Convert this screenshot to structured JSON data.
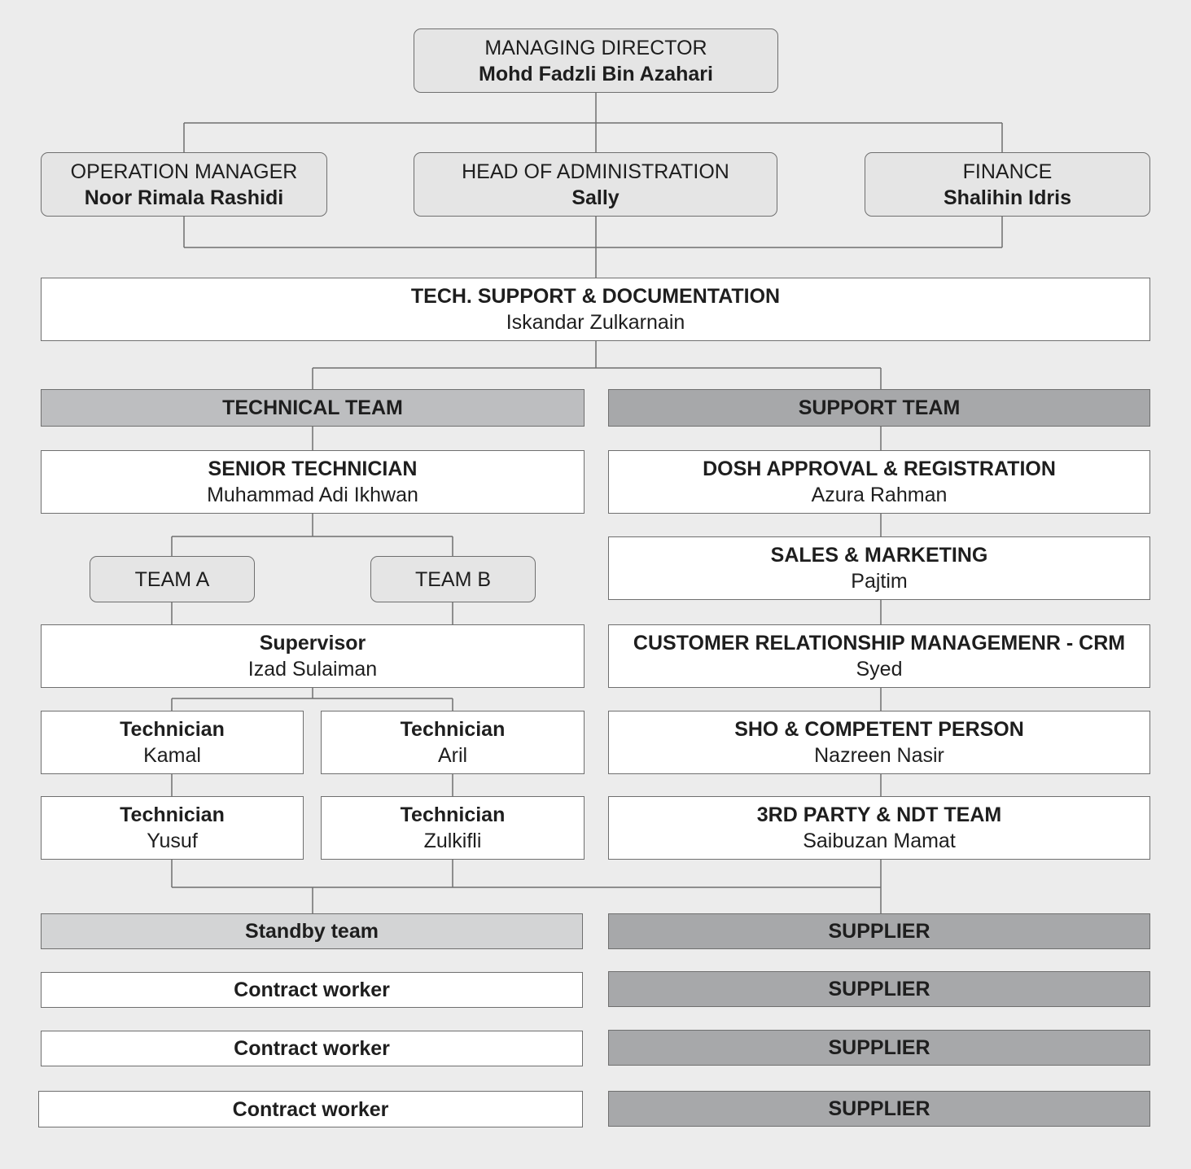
{
  "managing_director": {
    "title": "MANAGING DIRECTOR",
    "name": "Mohd Fadzli Bin Azahari"
  },
  "operation_manager": {
    "title": "OPERATION MANAGER",
    "name": "Noor Rimala Rashidi"
  },
  "head_admin": {
    "title": "HEAD OF ADMINISTRATION",
    "name": "Sally"
  },
  "finance": {
    "title": "FINANCE",
    "name": "Shalihin Idris"
  },
  "tech_support": {
    "title": "TECH. SUPPORT & DOCUMENTATION",
    "name": "Iskandar Zulkarnain"
  },
  "technical_team": {
    "label": "TECHNICAL TEAM"
  },
  "support_team": {
    "label": "SUPPORT TEAM"
  },
  "senior_technician": {
    "title": "SENIOR TECHNICIAN",
    "name": "Muhammad Adi Ikhwan"
  },
  "team_a": {
    "label": "TEAM A"
  },
  "team_b": {
    "label": "TEAM B"
  },
  "supervisor": {
    "title": "Supervisor",
    "name": "Izad Sulaiman"
  },
  "technicians": [
    {
      "title": "Technician",
      "name": "Kamal"
    },
    {
      "title": "Technician",
      "name": "Aril"
    },
    {
      "title": "Technician",
      "name": "Yusuf"
    },
    {
      "title": "Technician",
      "name": "Zulkifli"
    }
  ],
  "support_roles": [
    {
      "title": "DOSH APPROVAL & REGISTRATION",
      "name": "Azura Rahman"
    },
    {
      "title": "SALES & MARKETING",
      "name": "Pajtim"
    },
    {
      "title": "CUSTOMER RELATIONSHIP MANAGEMENR - CRM",
      "name": "Syed"
    },
    {
      "title": "SHO & COMPETENT PERSON",
      "name": "Nazreen Nasir"
    },
    {
      "title": "3RD PARTY & NDT TEAM",
      "name": "Saibuzan Mamat"
    }
  ],
  "standby_team": {
    "label": "Standby team"
  },
  "contract_workers": [
    "Contract worker",
    "Contract worker",
    "Contract worker"
  ],
  "suppliers": [
    "SUPPLIER",
    "SUPPLIER",
    "SUPPLIER",
    "SUPPLIER"
  ]
}
